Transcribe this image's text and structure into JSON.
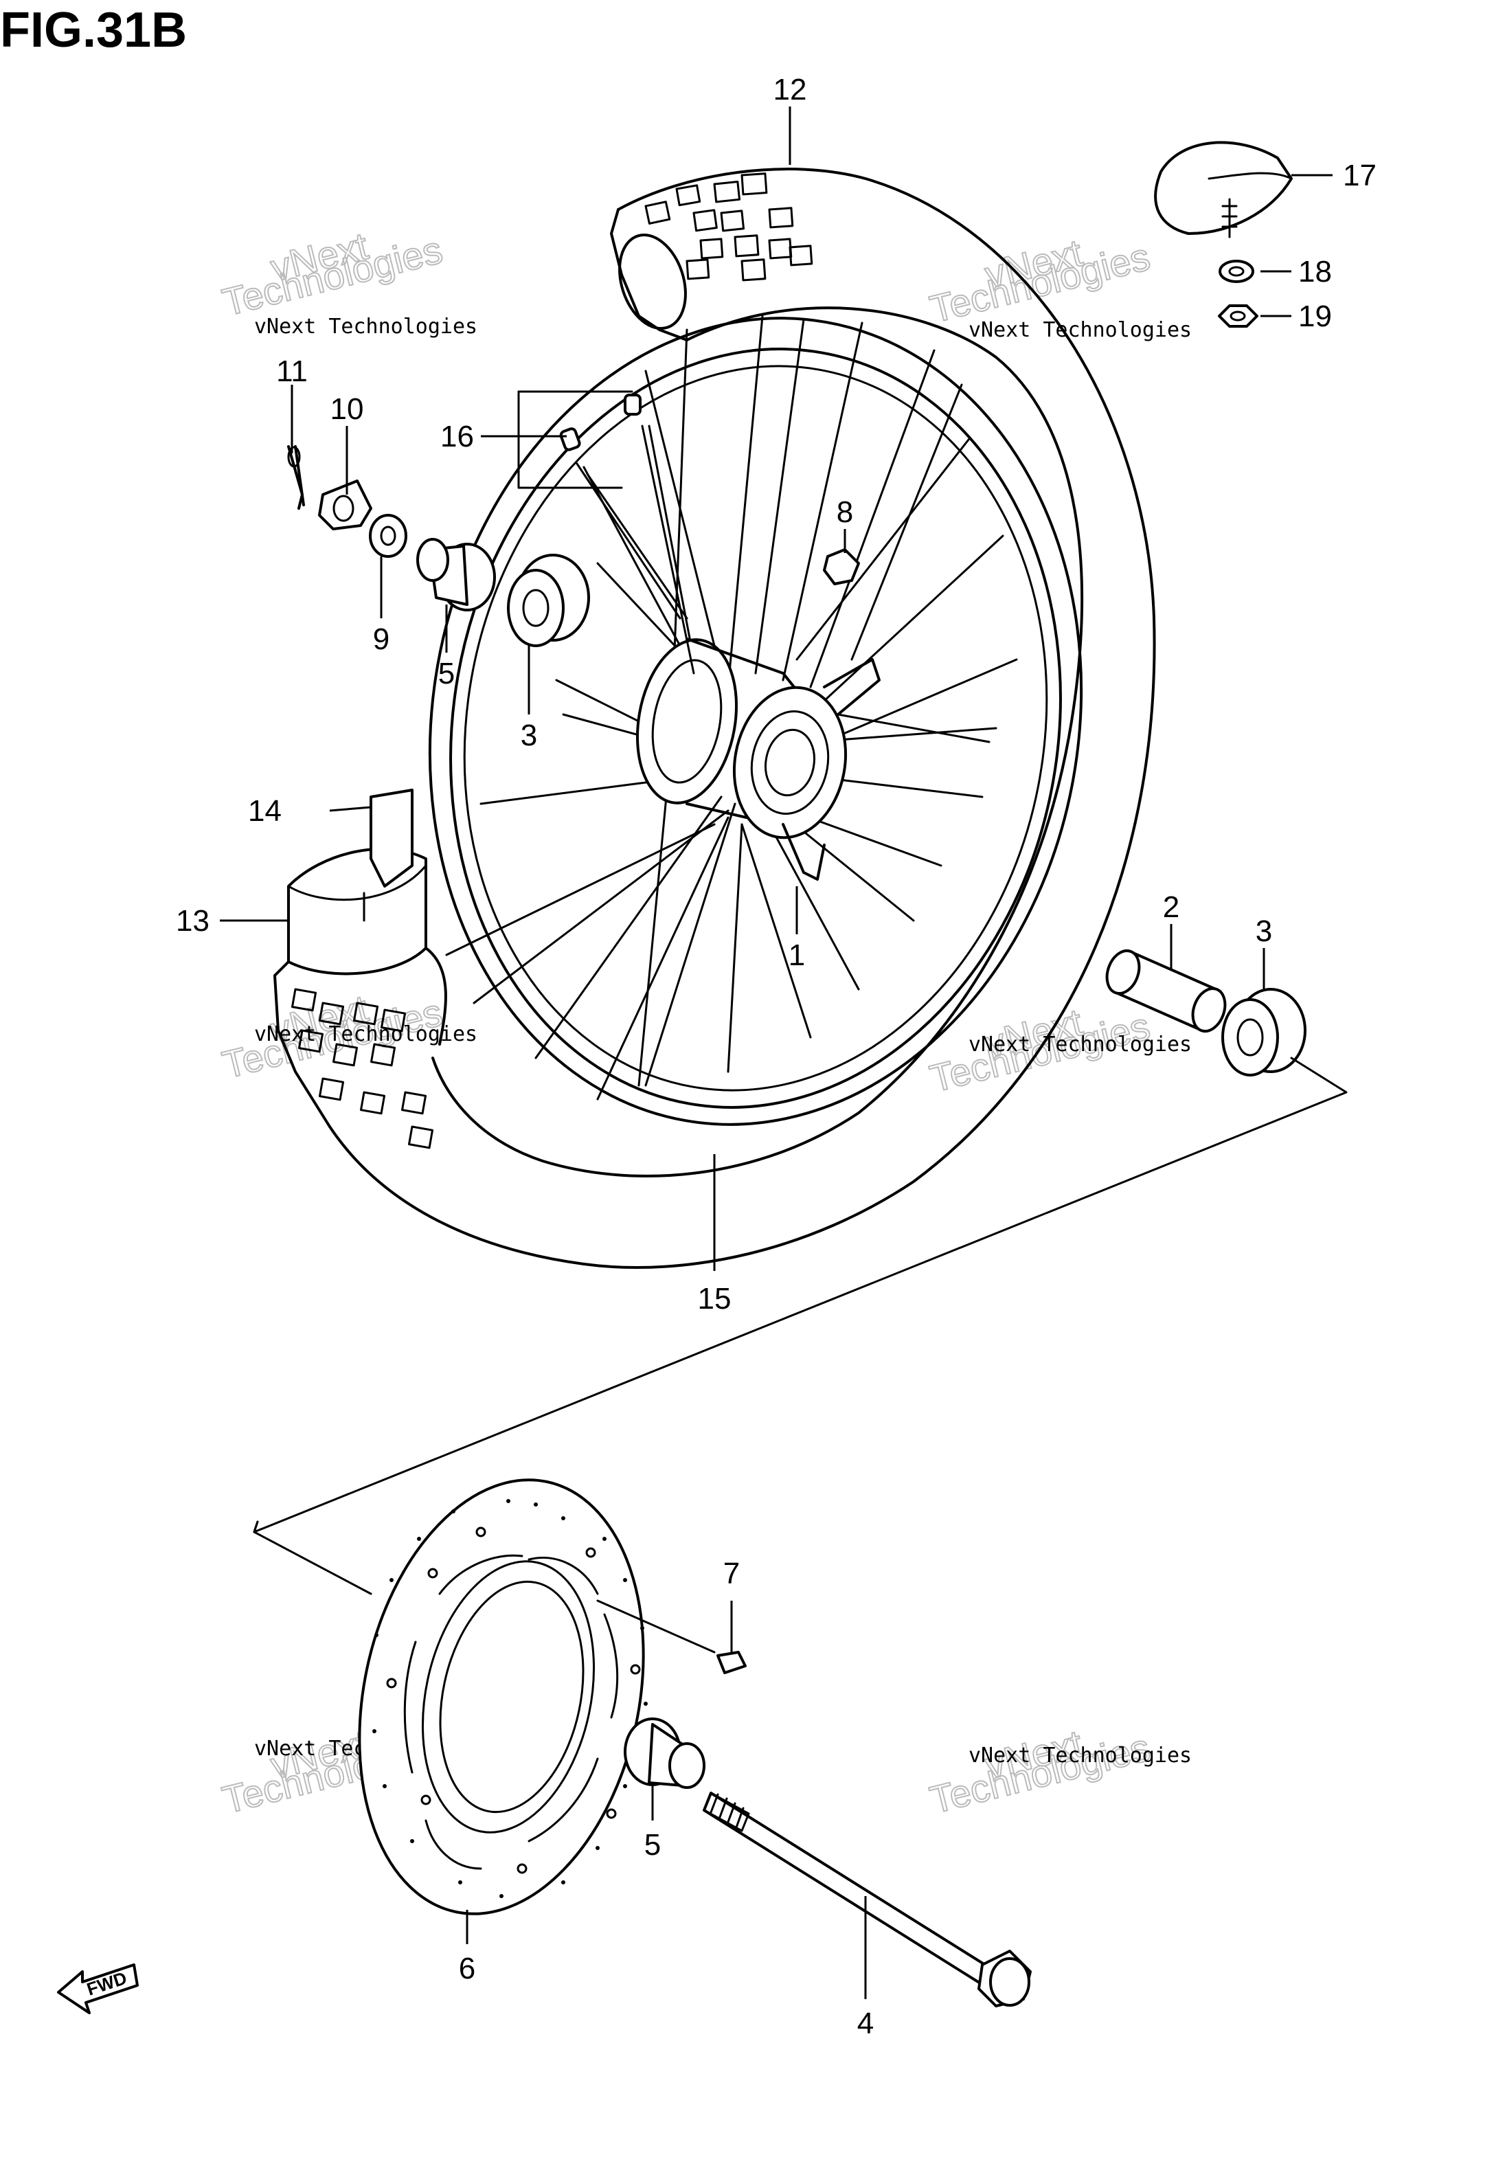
{
  "figure": {
    "title": "FIG.31B",
    "fwd_label": "FWD"
  },
  "watermark": {
    "line1": "vNext Technologies",
    "line2": "Technologies",
    "line0": "vNext"
  },
  "callouts": [
    {
      "id": "c1",
      "label": "1"
    },
    {
      "id": "c2",
      "label": "2"
    },
    {
      "id": "c3a",
      "label": "3"
    },
    {
      "id": "c3b",
      "label": "3"
    },
    {
      "id": "c4",
      "label": "4"
    },
    {
      "id": "c5a",
      "label": "5"
    },
    {
      "id": "c5b",
      "label": "5"
    },
    {
      "id": "c6",
      "label": "6"
    },
    {
      "id": "c7",
      "label": "7"
    },
    {
      "id": "c8",
      "label": "8"
    },
    {
      "id": "c9",
      "label": "9"
    },
    {
      "id": "c10",
      "label": "10"
    },
    {
      "id": "c11",
      "label": "11"
    },
    {
      "id": "c12",
      "label": "12"
    },
    {
      "id": "c13",
      "label": "13"
    },
    {
      "id": "c14",
      "label": "14"
    },
    {
      "id": "c15",
      "label": "15"
    },
    {
      "id": "c16",
      "label": "16"
    },
    {
      "id": "c17",
      "label": "17"
    },
    {
      "id": "c18",
      "label": "18"
    },
    {
      "id": "c19",
      "label": "19"
    }
  ]
}
